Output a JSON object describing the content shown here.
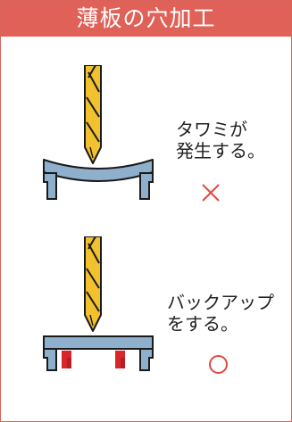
{
  "header": {
    "title": "薄板の穴加工"
  },
  "cases": [
    {
      "caption": "タワミが\n発生する。",
      "result_icon": "cross-icon",
      "result_color": "#e2483e"
    },
    {
      "caption": "バックアップ\nをする。",
      "result_icon": "circle-icon",
      "result_color": "#e2483e"
    }
  ],
  "colors": {
    "header_bg": "#e06157",
    "drill": "#f2c12e",
    "plate": "#8fb0cc",
    "backup_block": "#d9262b",
    "outline": "#1a1a1a"
  }
}
